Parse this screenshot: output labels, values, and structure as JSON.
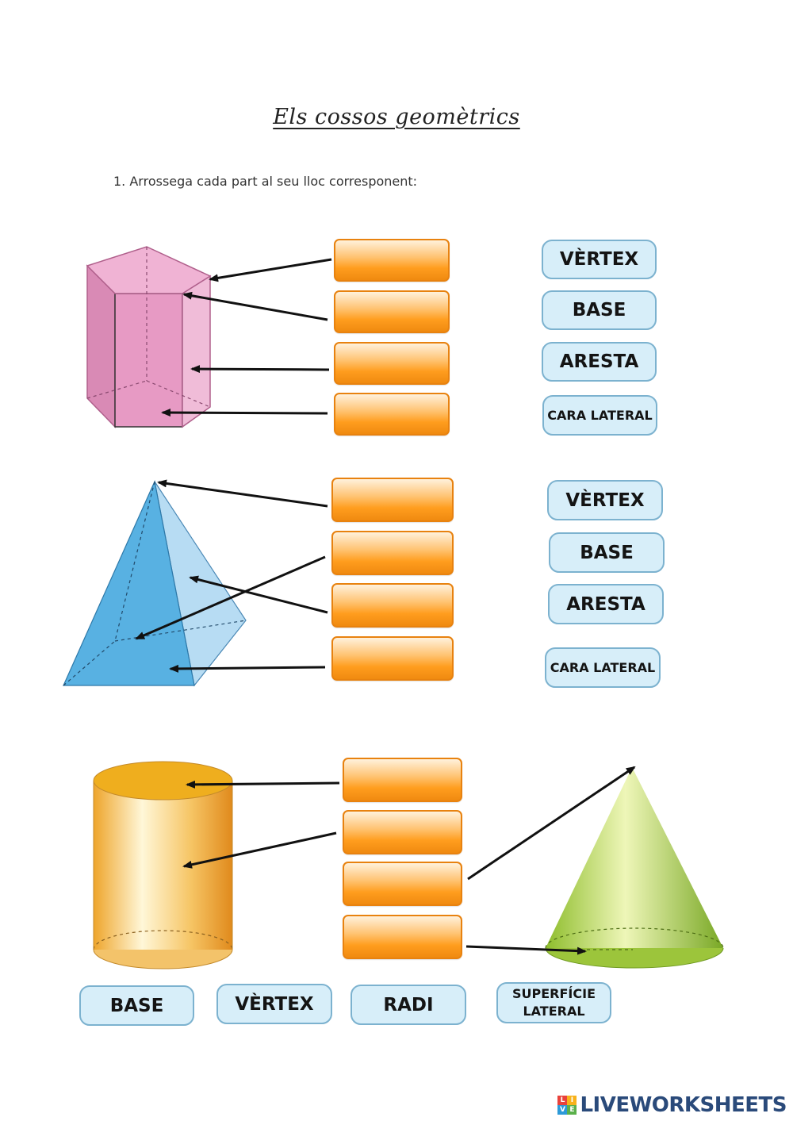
{
  "worksheet": {
    "title": "Els cossos geomètrics",
    "instruction": "1.   Arrossega cada part al seu lloc corresponent:"
  },
  "prism_labels": {
    "vertex": "VÈRTEX",
    "base": "BASE",
    "aresta": "ARESTA",
    "cara_lateral": "CARA LATERAL"
  },
  "pyramid_labels": {
    "vertex": "VÈRTEX",
    "base": "BASE",
    "aresta": "ARESTA",
    "cara_lateral": "CARA LATERAL"
  },
  "round_labels": {
    "base": "BASE",
    "vertex": "VÈRTEX",
    "radi": "RADI",
    "superficie_lateral": "SUPERFÍCIE LATERAL"
  },
  "colors": {
    "drop_border": "#e8820f",
    "label_fill": "#d7eef9",
    "label_border": "#7cb2cf",
    "prism": "#e9a3c9",
    "pyramid": "#5ab4e5",
    "cylinder": "#f2b640",
    "cone": "#a8cf4a"
  },
  "footer": {
    "brand": "LIVEWORKSHEETS"
  }
}
